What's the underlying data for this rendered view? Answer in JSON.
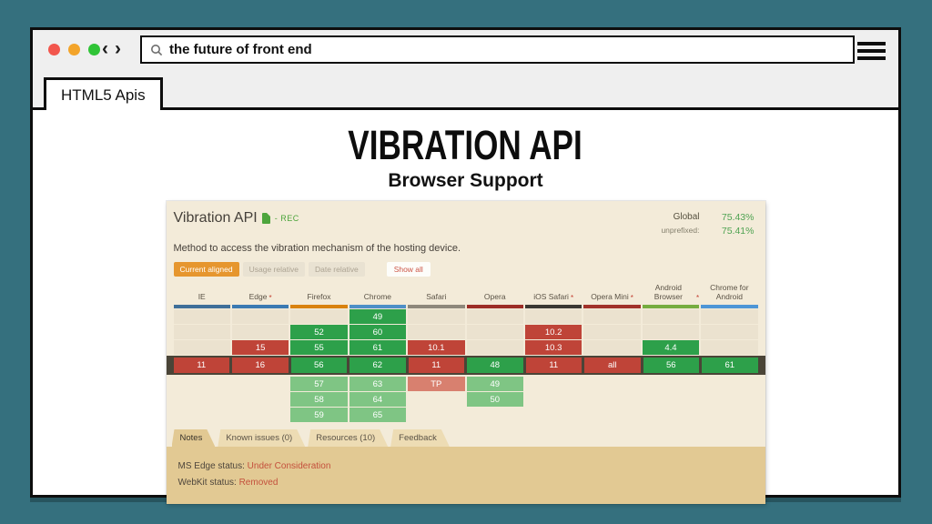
{
  "browser": {
    "url": "the future of front end",
    "tab_label": "HTML5 Apis"
  },
  "slide": {
    "title": "VIBRATION API",
    "subtitle": "Browser Support"
  },
  "caniuse": {
    "feature": "Vibration API",
    "spec_status": "- REC",
    "description": "Method to access the vibration mechanism of the hosting device.",
    "global_label": "Global",
    "global_value": "75.43%",
    "unprefixed_label": "unprefixed:",
    "unprefixed_value": "75.41%",
    "filters": [
      "Current aligned",
      "Usage relative",
      "Date relative"
    ],
    "active_filter": "Current aligned",
    "show_all": "Show all",
    "columns": [
      {
        "label": "IE",
        "asterisk": false,
        "color": "#3f6f99"
      },
      {
        "label": "Edge",
        "asterisk": true,
        "color": "#3b7ab2"
      },
      {
        "label": "Firefox",
        "asterisk": false,
        "color": "#d9820f"
      },
      {
        "label": "Chrome",
        "asterisk": false,
        "color": "#4e8fc7"
      },
      {
        "label": "Safari",
        "asterisk": false,
        "color": "#8e887b"
      },
      {
        "label": "Opera",
        "asterisk": false,
        "color": "#9c2d26"
      },
      {
        "label": "iOS Safari",
        "asterisk": true,
        "color": "#3b3833"
      },
      {
        "label": "Opera Mini",
        "asterisk": true,
        "color": "#a1322a"
      },
      {
        "label": "Android Browser",
        "asterisk": true,
        "color": "#76ad3f"
      },
      {
        "label": "Chrome for Android",
        "asterisk": false,
        "color": "#4e96d6"
      }
    ],
    "support_rows": [
      {
        "current": false,
        "cells": [
          null,
          null,
          null,
          {
            "v": "49",
            "s": "y"
          },
          null,
          null,
          null,
          null,
          null,
          null
        ]
      },
      {
        "current": false,
        "cells": [
          null,
          null,
          {
            "v": "52",
            "s": "y"
          },
          {
            "v": "60",
            "s": "y"
          },
          null,
          null,
          {
            "v": "10.2",
            "s": "n"
          },
          null,
          null,
          null
        ]
      },
      {
        "current": false,
        "cells": [
          null,
          {
            "v": "15",
            "s": "n"
          },
          {
            "v": "55",
            "s": "y"
          },
          {
            "v": "61",
            "s": "y"
          },
          {
            "v": "10.1",
            "s": "n"
          },
          null,
          {
            "v": "10.3",
            "s": "n"
          },
          null,
          {
            "v": "4.4",
            "s": "y"
          },
          null
        ]
      },
      {
        "current": true,
        "cells": [
          {
            "v": "11",
            "s": "n"
          },
          {
            "v": "16",
            "s": "n"
          },
          {
            "v": "56",
            "s": "y"
          },
          {
            "v": "62",
            "s": "y"
          },
          {
            "v": "11",
            "s": "n"
          },
          {
            "v": "48",
            "s": "y"
          },
          {
            "v": "11",
            "s": "n"
          },
          {
            "v": "all",
            "s": "n"
          },
          {
            "v": "56",
            "s": "y"
          },
          {
            "v": "61",
            "s": "y"
          }
        ]
      },
      {
        "current": false,
        "cells": [
          null,
          null,
          {
            "v": "57",
            "s": "yl"
          },
          {
            "v": "63",
            "s": "yl"
          },
          {
            "v": "TP",
            "s": "nl"
          },
          {
            "v": "49",
            "s": "yl"
          },
          null,
          null,
          null,
          null
        ]
      },
      {
        "current": false,
        "cells": [
          null,
          null,
          {
            "v": "58",
            "s": "yl"
          },
          {
            "v": "64",
            "s": "yl"
          },
          null,
          {
            "v": "50",
            "s": "yl"
          },
          null,
          null,
          null,
          null
        ]
      },
      {
        "current": false,
        "cells": [
          null,
          null,
          {
            "v": "59",
            "s": "yl"
          },
          {
            "v": "65",
            "s": "yl"
          },
          null,
          null,
          null,
          null,
          null,
          null
        ]
      }
    ],
    "tabs": [
      "Notes",
      "Known issues (0)",
      "Resources (10)",
      "Feedback"
    ],
    "active_tab": "Notes",
    "notes": [
      {
        "label": "MS Edge status:",
        "value": "Under Consideration"
      },
      {
        "label": "WebKit status:",
        "value": "Removed"
      }
    ],
    "colors": {
      "supported": "#2da04a",
      "unsupported": "#bf4438",
      "future_supported": "#7fc584",
      "future_unsupported": "#d8806f",
      "accent_orange": "#e6962e",
      "percent_green": "#4fa352",
      "note_red": "#c4503c"
    }
  }
}
